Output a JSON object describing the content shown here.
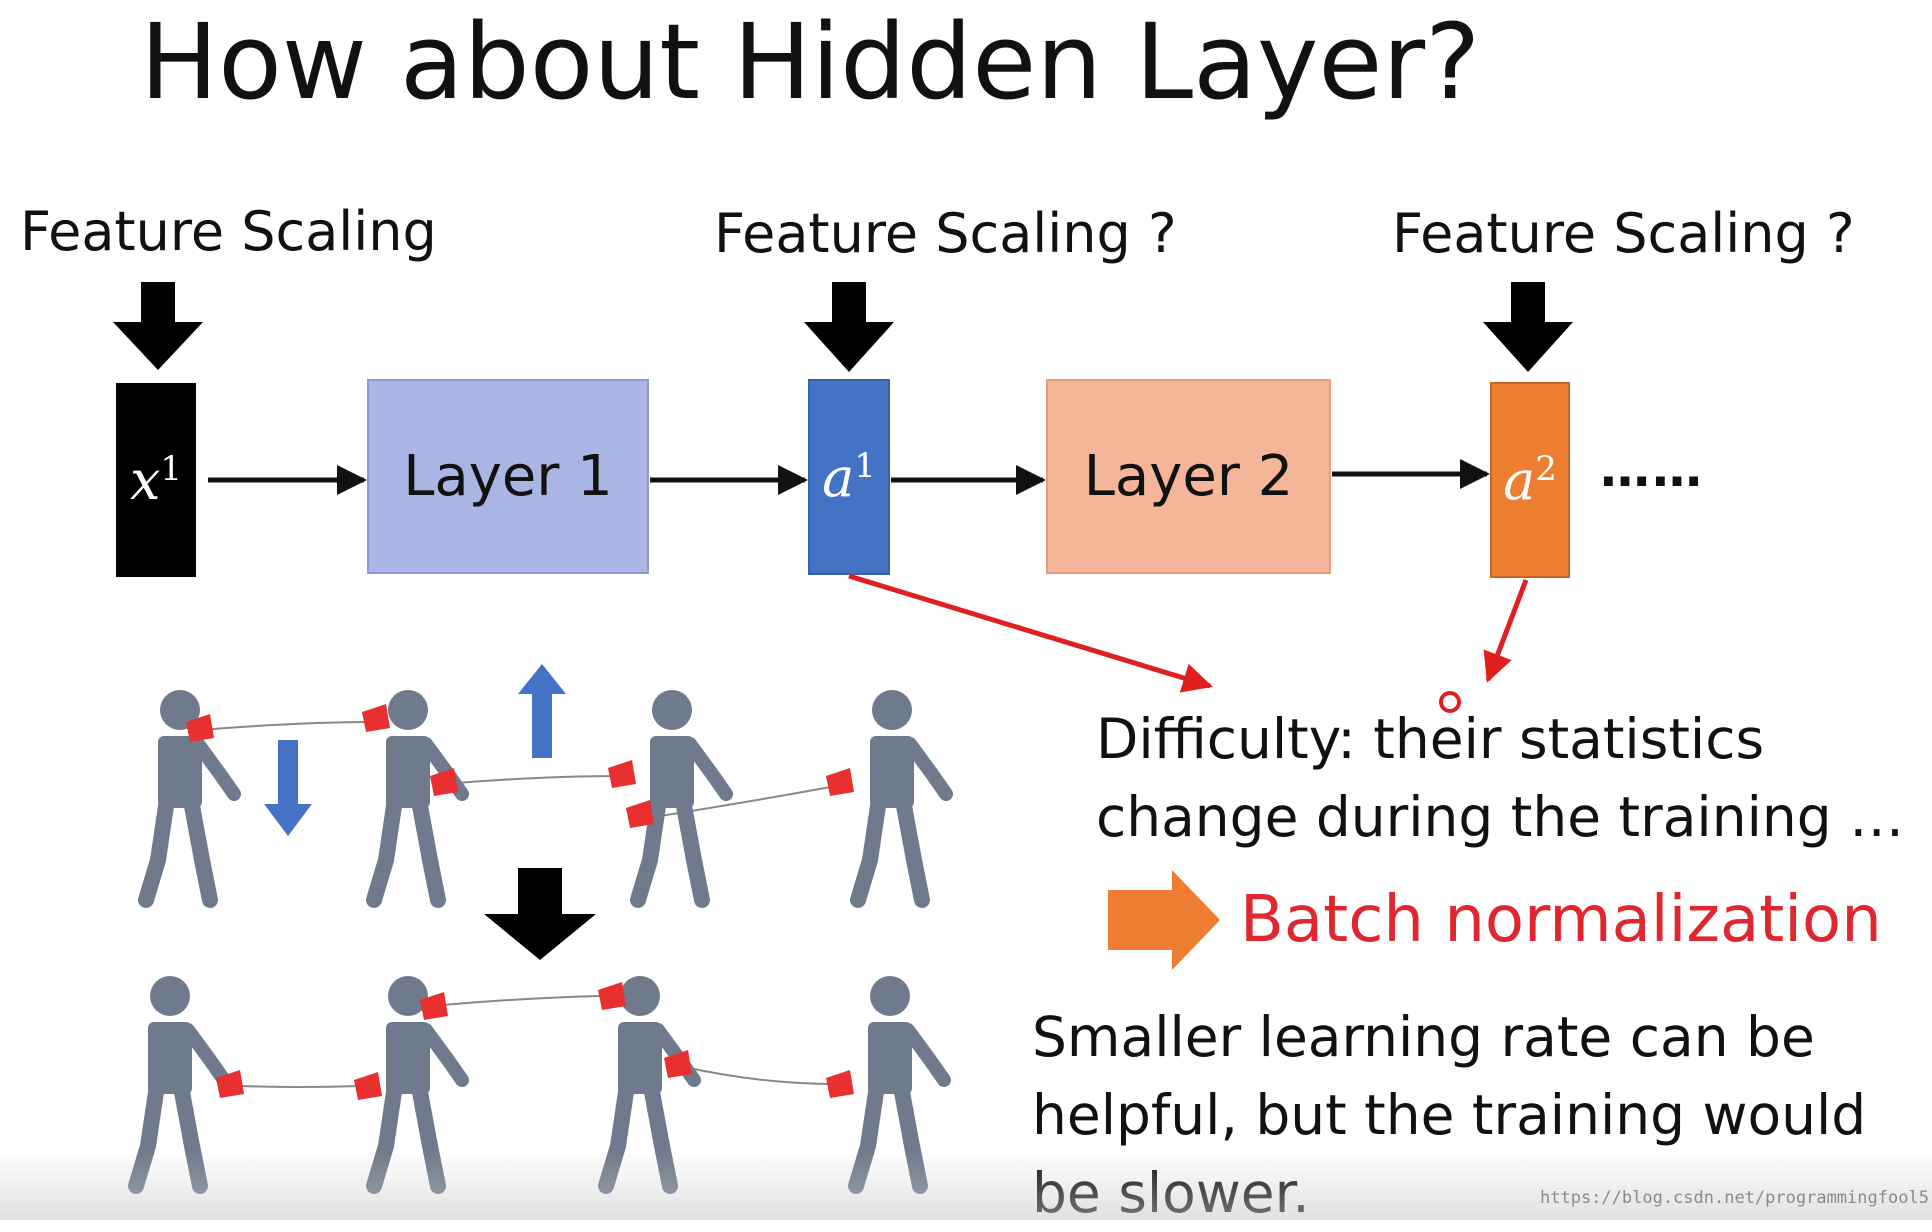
{
  "slide": {
    "title": "How about Hidden Layer?",
    "feature_scaling_labels": [
      "Feature Scaling",
      "Feature Scaling ?",
      "Feature Scaling ?"
    ],
    "nodes": {
      "x1": {
        "symbol": "x",
        "sup": "1"
      },
      "layer1": "Layer 1",
      "a1": {
        "symbol": "a",
        "sup": "1"
      },
      "layer2": "Layer 2",
      "a2": {
        "symbol": "a",
        "sup": "2"
      },
      "ellipsis": "……"
    },
    "difficulty": [
      "Difficulty: their statistics",
      "change during the training …"
    ],
    "batch_norm": "Batch normalization",
    "smaller_lr": [
      "Smaller learning rate can be",
      "helpful, but the training would",
      "be slower."
    ],
    "watermark": "https://blog.csdn.net/programmingfool5"
  },
  "colors": {
    "x1_fill": "#000000",
    "layer1_fill": "#a9b6e3",
    "a1_fill": "#4472c4",
    "layer2_fill": "#f5b599",
    "a2_fill": "#ed7d31",
    "red_arrow": "#e02020",
    "batch_norm_text": "#e0262f",
    "orange_arrow": "#ed7d31",
    "blue_arrow": "#4472c4",
    "figure_gray": "#6f7a8c",
    "cup_red": "#e83030"
  },
  "icons": [
    "down-arrow-icon",
    "right-arrow-icon",
    "orange-right-arrow-icon",
    "blue-up-arrow-icon",
    "blue-down-arrow-icon",
    "person-icon",
    "cup-phone-icon"
  ]
}
